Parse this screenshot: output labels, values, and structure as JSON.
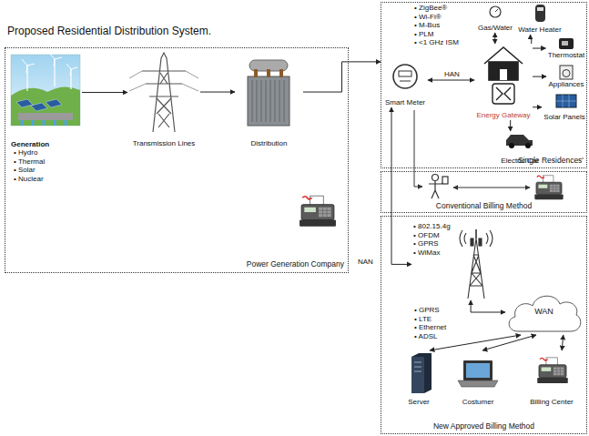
{
  "diagram": {
    "title": "Proposed Residential Distribution System.",
    "nodes": [
      {
        "text": [
          "Power Generation Company"
        ]
      },
      {
        "text": [
          "Generation",
          "• Hydro",
          "• Thermal",
          "• Solar",
          "• Nuclear"
        ],
        "in": 0
      },
      {
        "text": [
          "Transmission Lines"
        ],
        "in": 0
      },
      {
        "text": [
          "Distribution"
        ],
        "in": 0
      },
      {
        "text": [
          "Single Residences'"
        ]
      },
      {
        "text": [
          "Smart Meter"
        ],
        "in": 4
      },
      {
        "text": [
          "Energy Gateway"
        ],
        "in": 4
      },
      {
        "text": [
          "Gas/Water"
        ],
        "in": 4
      },
      {
        "text": [
          "Water Heater"
        ],
        "in": 4
      },
      {
        "text": [
          "Thermostat"
        ],
        "in": 4
      },
      {
        "text": [
          "Appliances"
        ],
        "in": 4
      },
      {
        "text": [
          "Solar Panels"
        ],
        "in": 4
      },
      {
        "text": [
          "Electric Car"
        ],
        "in": 4
      },
      {
        "text": [
          "Conventional Billing Method"
        ]
      },
      {
        "text": [
          "New Approved Billing Method"
        ]
      },
      {
        "text": [
          "• 802.15.4g",
          "• OFDM",
          "• GPRS",
          "• WiMax"
        ],
        "in": 14
      },
      {
        "text": [
          "WAN"
        ],
        "in": 14
      },
      {
        "text": [
          "Server"
        ],
        "in": 14
      },
      {
        "text": [
          "Costumer"
        ],
        "in": 14
      },
      {
        "text": [
          "Billing Center"
        ],
        "in": 14
      }
    ],
    "edges": [
      {
        "from": 1,
        "to": 2,
        "arrow": "to"
      },
      {
        "from": 2,
        "to": 3,
        "arrow": "to"
      },
      {
        "from": 3,
        "to": 4,
        "arrow": "to"
      },
      {
        "from": 5,
        "to": 6,
        "label": "HAN",
        "arrow": "both"
      },
      {
        "from": 6,
        "to": 7,
        "arrow": "both"
      },
      {
        "from": 6,
        "to": 8,
        "arrow": "to"
      },
      {
        "from": 6,
        "to": 9,
        "arrow": "to"
      },
      {
        "from": 6,
        "to": 10,
        "arrow": "to"
      },
      {
        "from": 6,
        "to": 11,
        "arrow": "to"
      },
      {
        "from": 6,
        "to": 12,
        "arrow": "to"
      },
      {
        "from": 5,
        "to": 15,
        "label": "NAN",
        "arrow": "both"
      },
      {
        "from": 15,
        "to": 16,
        "arrow": "both"
      },
      {
        "from": 16,
        "to": 17,
        "arrow": "both"
      },
      {
        "from": 16,
        "to": 18,
        "arrow": "both"
      },
      {
        "from": 16,
        "to": 19,
        "arrow": "both"
      }
    ],
    "labels": [
      "• ZigBee®",
      "• Wi-Fi®",
      "• M-Bus",
      "• PLM",
      "• <1 GHz ISM",
      "• GPRS",
      "• LTE",
      "• Ethernet",
      "• ADSL"
    ]
  }
}
